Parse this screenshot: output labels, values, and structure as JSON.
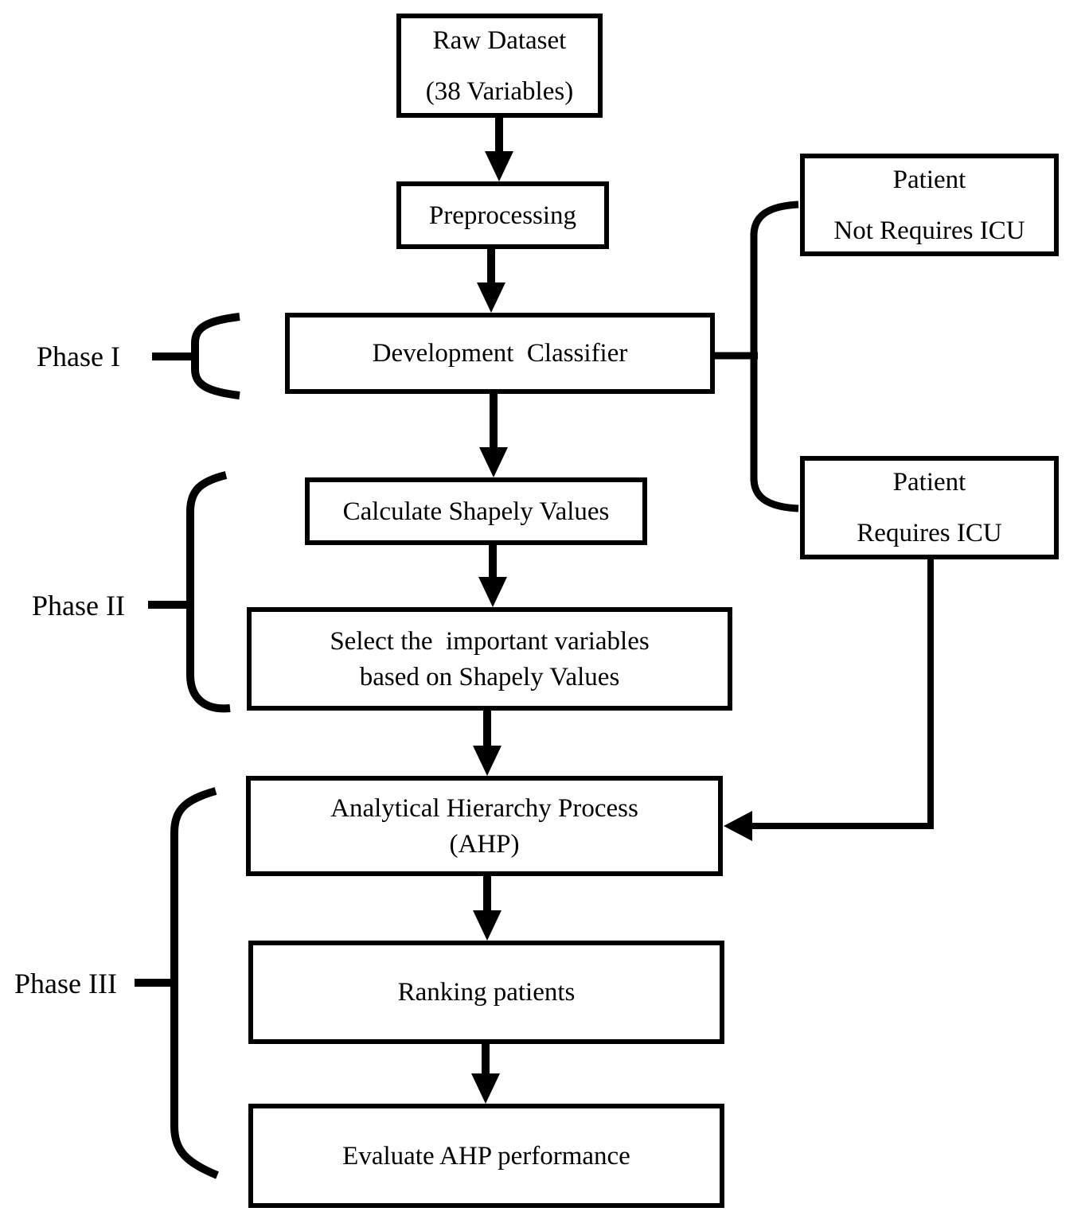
{
  "diagram": {
    "colors": {
      "ink": "#000000",
      "background": "#ffffff"
    },
    "nodes": [
      {
        "id": "raw-dataset",
        "lines": [
          "Raw Dataset",
          "(38 Variables)"
        ]
      },
      {
        "id": "preprocessing",
        "lines": [
          "Preprocessing"
        ]
      },
      {
        "id": "development-classifier",
        "lines": [
          "Development  Classifier"
        ]
      },
      {
        "id": "patient-not-requires-icu",
        "lines": [
          "Patient",
          "Not Requires ICU"
        ]
      },
      {
        "id": "patient-requires-icu",
        "lines": [
          "Patient",
          "Requires ICU"
        ]
      },
      {
        "id": "calculate-shapely-values",
        "lines": [
          "Calculate Shapely Values"
        ]
      },
      {
        "id": "select-important-variables",
        "lines": [
          "Select the  important variables",
          "based on Shapely Values"
        ]
      },
      {
        "id": "analytical-hierarchy-process",
        "lines": [
          "Analytical Hierarchy Process",
          "(AHP)"
        ]
      },
      {
        "id": "ranking-patients",
        "lines": [
          "Ranking patients"
        ]
      },
      {
        "id": "evaluate-ahp-performance",
        "lines": [
          "Evaluate AHP performance"
        ]
      }
    ],
    "phases": [
      {
        "id": "phase-1",
        "label": "Phase I"
      },
      {
        "id": "phase-2",
        "label": "Phase II"
      },
      {
        "id": "phase-3",
        "label": "Phase III"
      }
    ]
  }
}
